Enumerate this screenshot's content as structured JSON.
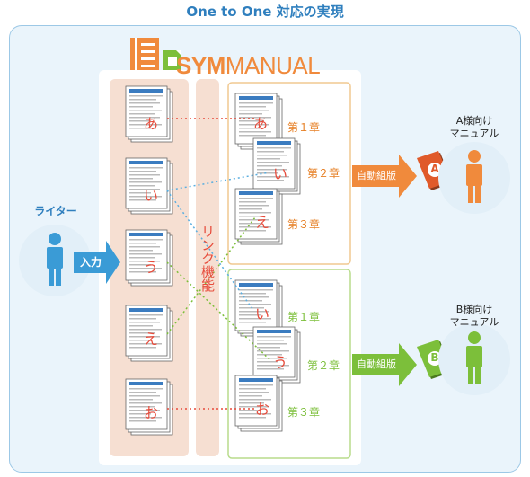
{
  "title": "One to One 対応の実現",
  "logo": {
    "sym": "SYM",
    "manual": "MANUAL"
  },
  "writer_label": "ライター",
  "input_label": "入力",
  "link_label": "リンク機能",
  "auto_label": "自動組版",
  "kana": [
    "あ",
    "い",
    "う",
    "え",
    "お"
  ],
  "manual_a": {
    "label_line1": "A様向け",
    "label_line2": "マニュアル",
    "badge": "A",
    "chapters": [
      "第１章",
      "第２章",
      "第３章"
    ],
    "kana": [
      "あ",
      "い",
      "え"
    ]
  },
  "manual_b": {
    "label_line1": "B様向け",
    "label_line2": "マニュアル",
    "badge": "B",
    "chapters": [
      "第１章",
      "第２章",
      "第３章"
    ],
    "kana": [
      "い",
      "う",
      "お"
    ]
  },
  "colors": {
    "orange": "#f08a3c",
    "green": "#7cbf3a",
    "blue": "#2f7fbe",
    "person_blue": "#3a9bd6",
    "kana_red": "#e74c3c"
  }
}
